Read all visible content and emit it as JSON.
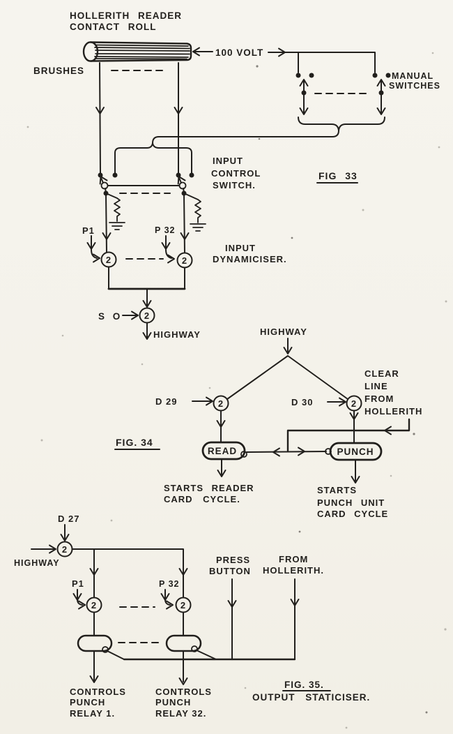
{
  "page": {
    "background": "#f5f3ec",
    "ink": "#211f1c"
  },
  "symbols": {
    "gate": "2"
  },
  "fig33": {
    "title": [
      "HOLLERITH READER",
      "CONTACT ROLL"
    ],
    "brushes": "BRUSHES",
    "volts": "100 VOLT",
    "manual_switches": [
      "MANUAL",
      "SWITCHES"
    ],
    "input_control_switch": [
      "INPUT",
      "CONTROL",
      "SWITCH."
    ],
    "fig_label": "FIG 33",
    "p1": "P1",
    "p32": "P 32",
    "input_dynamiciser": [
      "INPUT",
      "DYNAMICISER."
    ],
    "so": "S O",
    "highway": "HIGHWAY"
  },
  "fig34": {
    "highway": "HIGHWAY",
    "d29": "D 29",
    "d30": "D 30",
    "clear_line_from_hollerith": [
      "CLEAR",
      "LINE",
      "FROM",
      "HOLLERITH"
    ],
    "fig_label": "FIG. 34",
    "read": "READ",
    "punch": "PUNCH",
    "starts_reader": [
      "STARTS READER",
      "CARD CYCLE."
    ],
    "starts_punch": [
      "STARTS",
      "PUNCH UNIT",
      "CARD CYCLE"
    ]
  },
  "fig35": {
    "d27": "D 27",
    "highway": "HIGHWAY",
    "p1": "P1",
    "p32": "P 32",
    "press_button": [
      "PRESS",
      "BUTTON"
    ],
    "from_hollerith": [
      "FROM",
      "HOLLERITH."
    ],
    "controls_relay_1": [
      "CONTROLS",
      "PUNCH",
      "RELAY 1."
    ],
    "controls_relay_32": [
      "CONTROLS",
      "PUNCH",
      "RELAY 32."
    ],
    "fig_label": "FIG. 35.",
    "caption": "OUTPUT STATICISER."
  }
}
